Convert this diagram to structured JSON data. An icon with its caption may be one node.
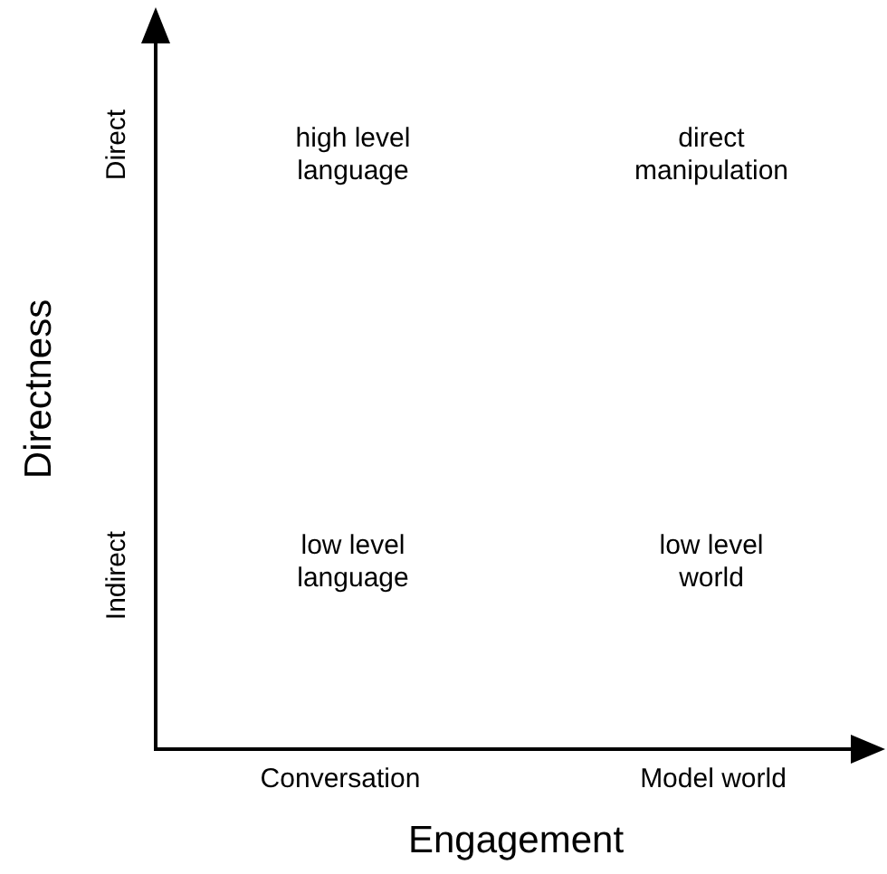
{
  "diagram": {
    "labels": [
      "Direct",
      "high level language",
      "direct manipulation",
      "Directness",
      "Indirect",
      "low level language",
      "low level world",
      "Conversation",
      "Model world",
      "Engagement"
    ]
  }
}
